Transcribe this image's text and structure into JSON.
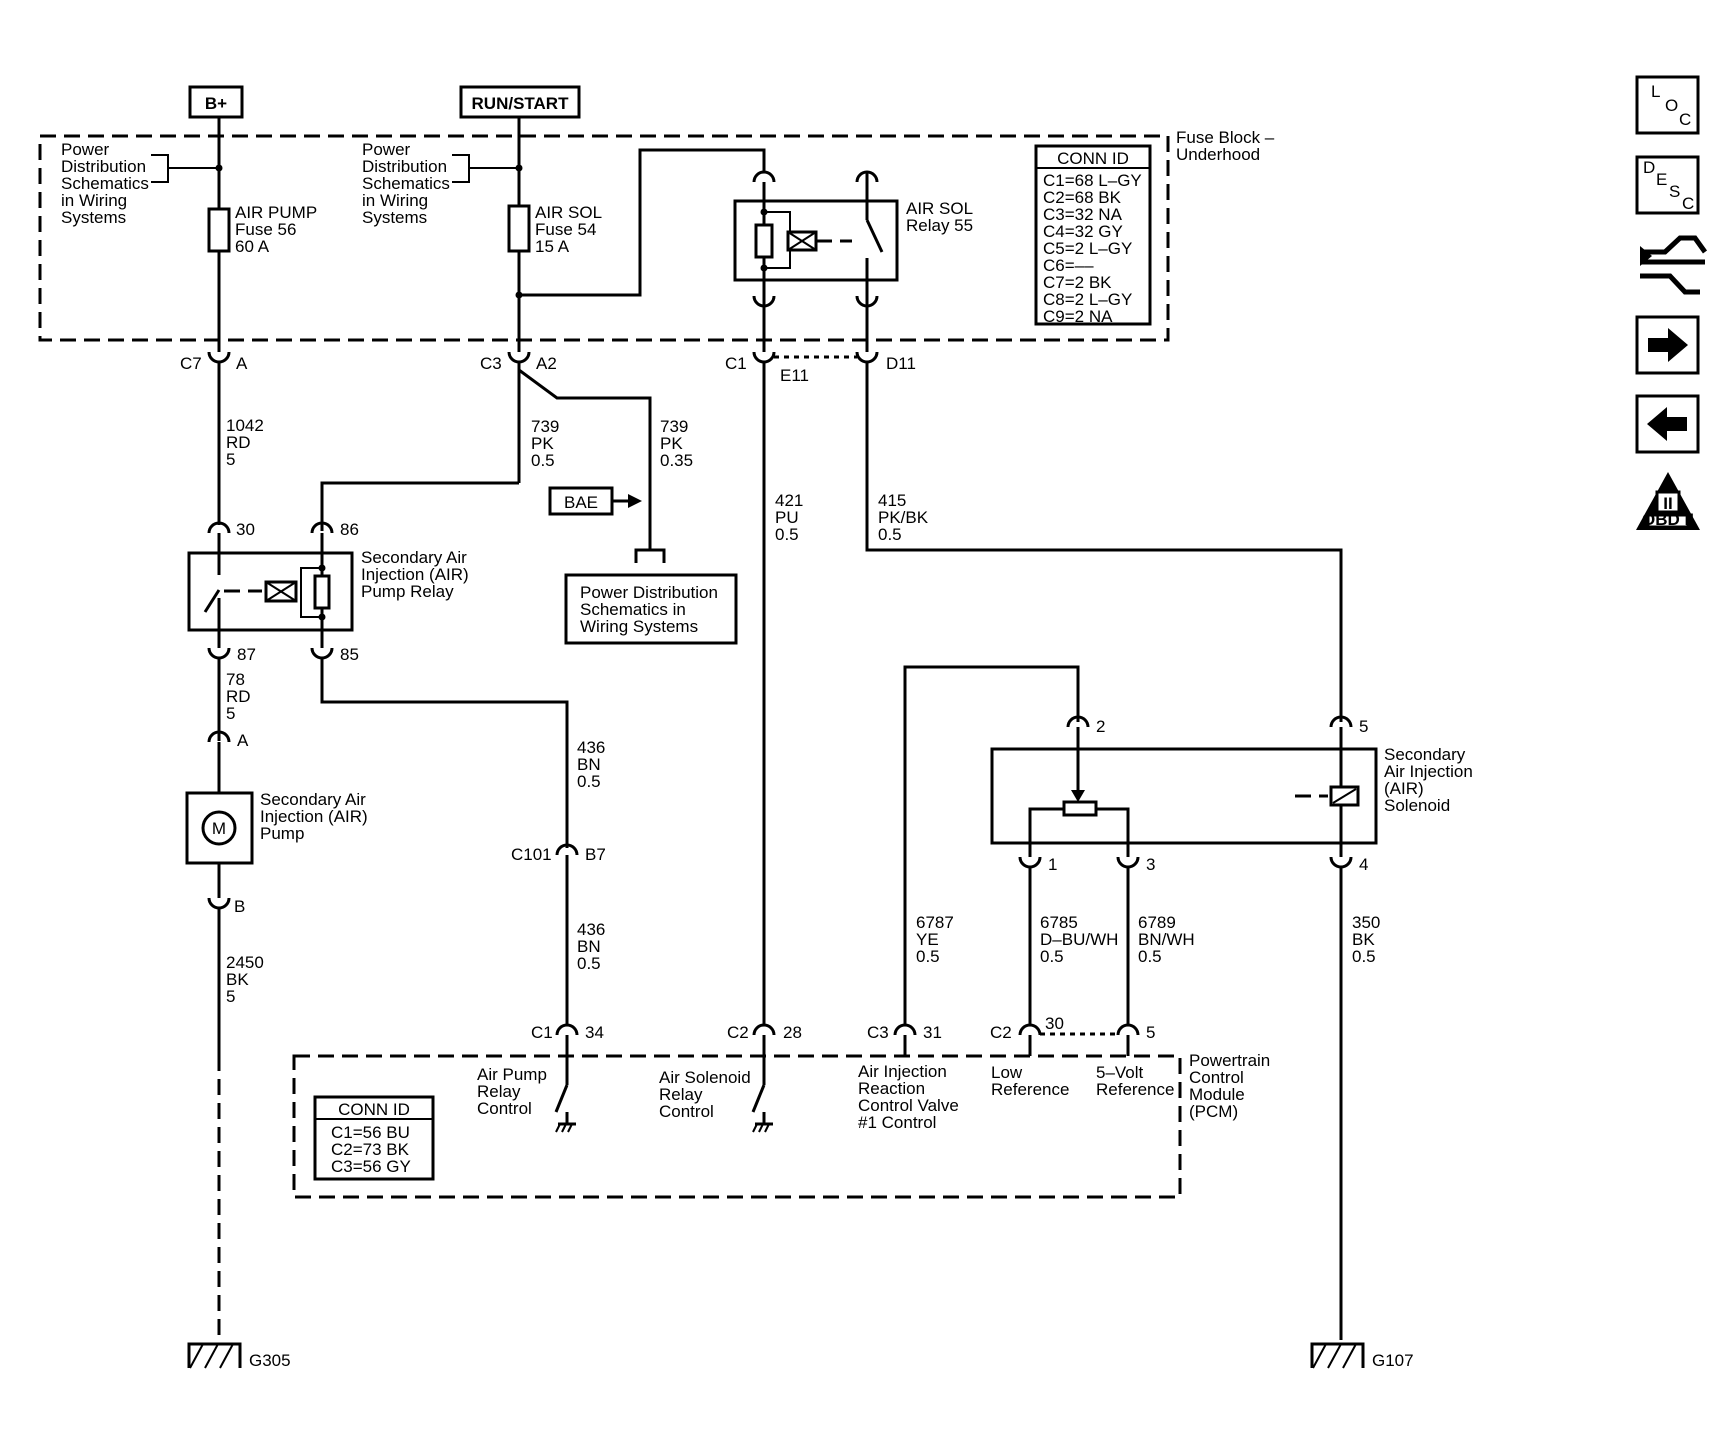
{
  "supplies": {
    "bplus": "B+",
    "run_start": "RUN/START"
  },
  "fuse_block": {
    "label_line1": "Fuse Block –",
    "label_line2": "Underhood",
    "power_dist_a": [
      "Power",
      "Distribution",
      "Schematics",
      "in Wiring",
      "Systems"
    ],
    "power_dist_b": [
      "Power",
      "Distribution",
      "Schematics",
      "in Wiring",
      "Systems"
    ],
    "fuse56": [
      "AIR PUMP",
      "Fuse 56",
      "60 A"
    ],
    "fuse54": [
      "AIR SOL",
      "Fuse 54",
      "15 A"
    ],
    "relay55": [
      "AIR SOL",
      "Relay 55"
    ],
    "conn_id_title": "CONN ID",
    "conn_id": [
      "C1=68 L–GY",
      "C2=68 BK",
      "C3=32 NA",
      "C4=32 GY",
      "C5=2 L–GY",
      "C6=––",
      "C7=2 BK",
      "C8=2 L–GY",
      "C9=2 NA"
    ]
  },
  "connectors": {
    "c7": "C7",
    "c7_pin": "A",
    "c3": "C3",
    "c3_pin": "A2",
    "c1": "C1",
    "c1_pin": "E11",
    "d11": "D11",
    "relay_30": "30",
    "relay_86": "86",
    "relay_87": "87",
    "relay_85": "85",
    "pump_a": "A",
    "pump_b": "B",
    "c101": "C101",
    "c101_pin": "B7",
    "sol_2": "2",
    "sol_5": "5",
    "sol_1": "1",
    "sol_3": "3",
    "sol_4": "4",
    "pcm_c1": "C1",
    "pcm_34": "34",
    "pcm_c2a": "C2",
    "pcm_28": "28",
    "pcm_c3": "C3",
    "pcm_31": "31",
    "pcm_c2b": "C2",
    "pcm_30": "30",
    "pcm_5": "5"
  },
  "wires": {
    "w1042": [
      "1042",
      "RD",
      "5"
    ],
    "w739a": [
      "739",
      "PK",
      "0.5"
    ],
    "w739b": [
      "739",
      "PK",
      "0.35"
    ],
    "w421": [
      "421",
      "PU",
      "0.5"
    ],
    "w415": [
      "415",
      "PK/BK",
      "0.5"
    ],
    "w78": [
      "78",
      "RD",
      "5"
    ],
    "w436a": [
      "436",
      "BN",
      "0.5"
    ],
    "w436b": [
      "436",
      "BN",
      "0.5"
    ],
    "w2450": [
      "2450",
      "BK",
      "5"
    ],
    "w6787": [
      "6787",
      "YE",
      "0.5"
    ],
    "w6785": [
      "6785",
      "D–BU/WH",
      "0.5"
    ],
    "w6789": [
      "6789",
      "BN/WH",
      "0.5"
    ],
    "w350": [
      "350",
      "BK",
      "0.5"
    ]
  },
  "components": {
    "bae": "BAE",
    "power_dist_c": [
      "Power Distribution",
      "Schematics in",
      "Wiring Systems"
    ],
    "pump_relay": [
      "Secondary Air",
      "Injection (AIR)",
      "Pump Relay"
    ],
    "pump": [
      "Secondary Air",
      "Injection (AIR)",
      "Pump"
    ],
    "motor_symbol": "M",
    "solenoid": [
      "Secondary",
      "Air Injection",
      "(AIR)",
      "Solenoid"
    ]
  },
  "pcm": {
    "label": [
      "Powertrain",
      "Control",
      "Module",
      "(PCM)"
    ],
    "air_pump_ctrl": [
      "Air Pump",
      "Relay",
      "Control"
    ],
    "air_sol_ctrl": [
      "Air Solenoid",
      "Relay",
      "Control"
    ],
    "air_inj_ctrl": [
      "Air Injection",
      "Reaction",
      "Control Valve",
      "#1 Control"
    ],
    "low_ref": [
      "Low",
      "Reference"
    ],
    "five_v_ref": [
      "5–Volt",
      "Reference"
    ],
    "conn_id_title": "CONN ID",
    "conn_id": [
      "C1=56 BU",
      "C2=73 BK",
      "C3=56 GY"
    ]
  },
  "grounds": {
    "g305": "G305",
    "g107": "G107"
  },
  "nav": {
    "loc": [
      "L",
      "O",
      "C"
    ],
    "desc": [
      "D",
      "E",
      "S",
      "C"
    ],
    "obd": "OBD II",
    "obd_numeral": "II"
  }
}
